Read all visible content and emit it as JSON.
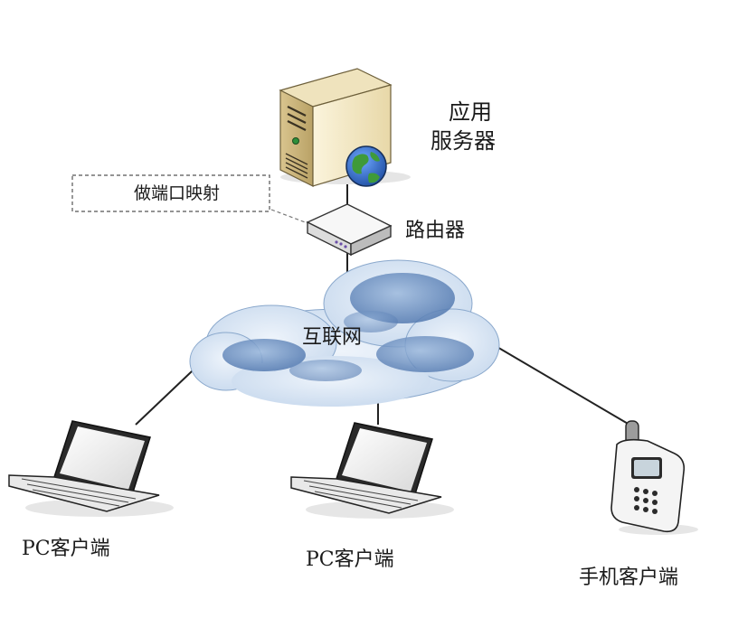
{
  "diagram": {
    "server_label_line1": "应用",
    "server_label_line2": "服务器",
    "router_label": "路由器",
    "port_mapping_note": "做端口映射",
    "internet_label": "互联网",
    "pc_client_left_label": "PC客户端",
    "pc_client_center_label": "PC客户端",
    "mobile_client_label": "手机客户端"
  },
  "colors": {
    "line": "#222222",
    "cloud_light": "#dde9f6",
    "cloud_dark": "#6f93c2",
    "server_body": "#f1e6c4",
    "globe_blue": "#2a5fb8",
    "globe_green": "#3f9a3a"
  }
}
